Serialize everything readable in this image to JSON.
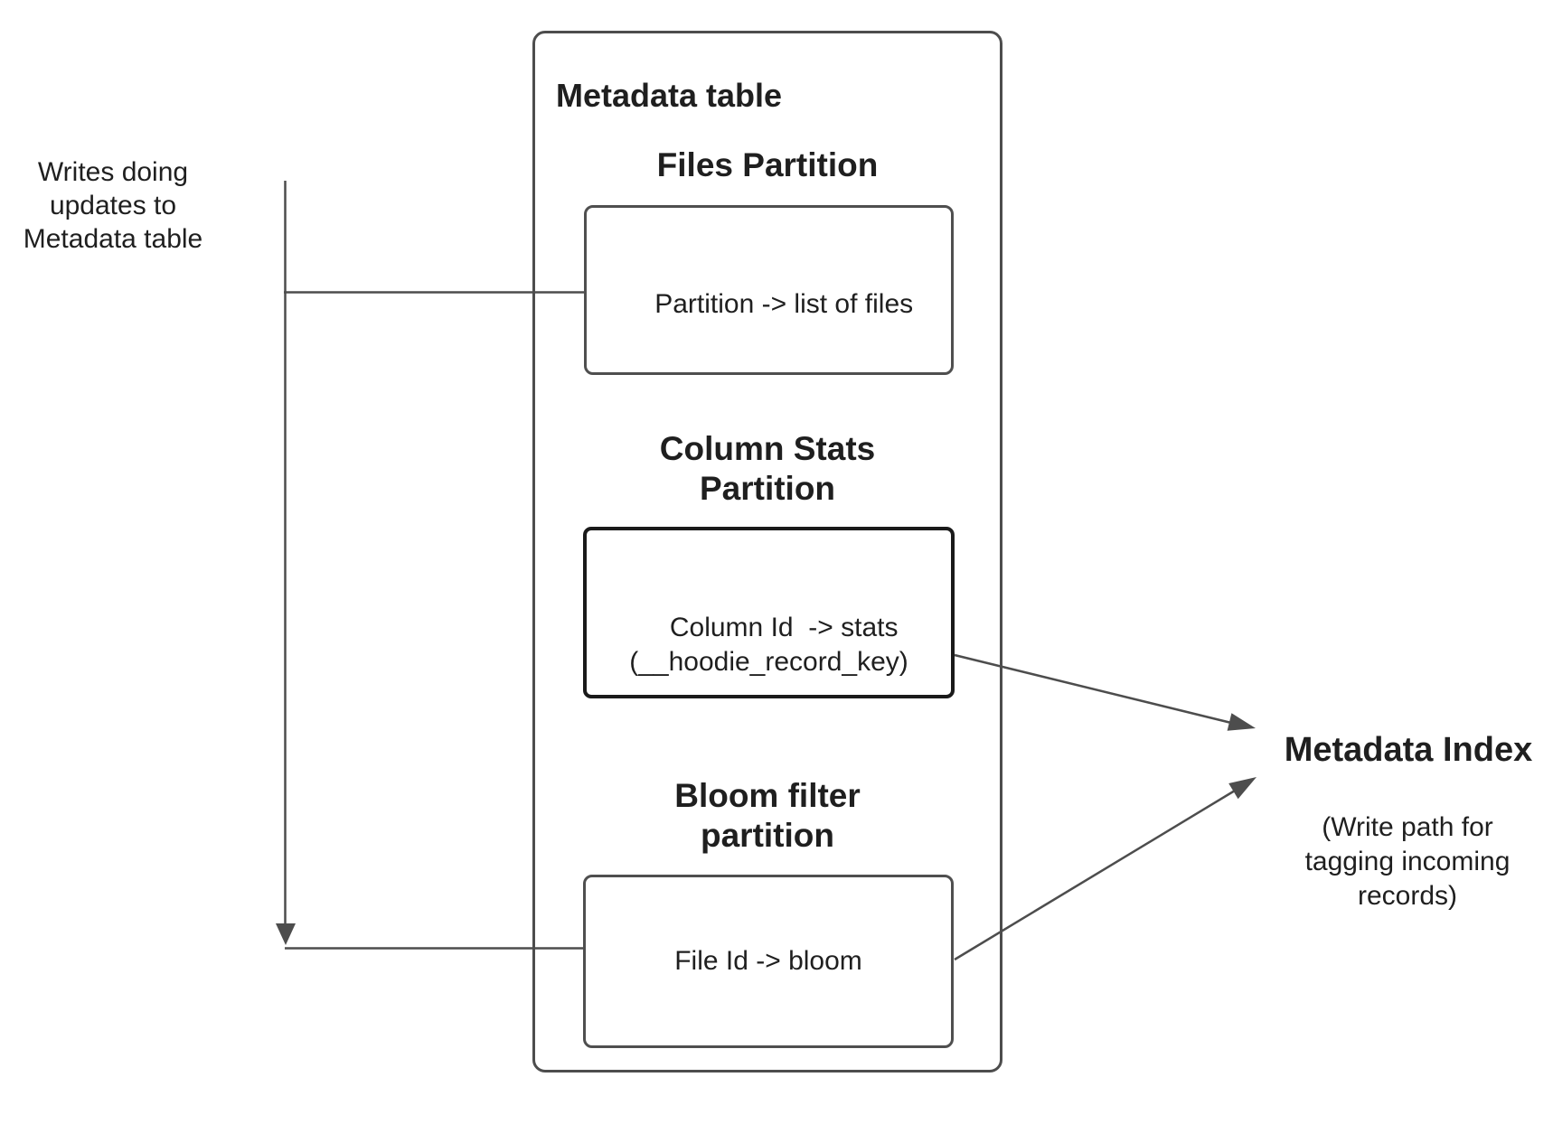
{
  "left_note": {
    "text": "Writes doing\nupdates to\nMetadata table"
  },
  "metadata_table": {
    "title": "Metadata table",
    "sections": [
      {
        "heading": "Files Partition",
        "box_text": "Partition -> list of files"
      },
      {
        "heading": "Column Stats\nPartition",
        "box_text": "Column Id  -> stats\n(__hoodie_record_key)"
      },
      {
        "heading": "Bloom filter\npartition",
        "box_text": "File Id -> bloom"
      }
    ]
  },
  "metadata_index": {
    "title": "Metadata Index",
    "subtitle": "(Write path for\ntagging incoming\nrecords)"
  },
  "colors": {
    "line": "#4d4d4d",
    "box_border": "#4f4f4f",
    "emphasis_border": "#1a1a1a",
    "text": "#1f1f1f",
    "background": "#ffffff"
  }
}
